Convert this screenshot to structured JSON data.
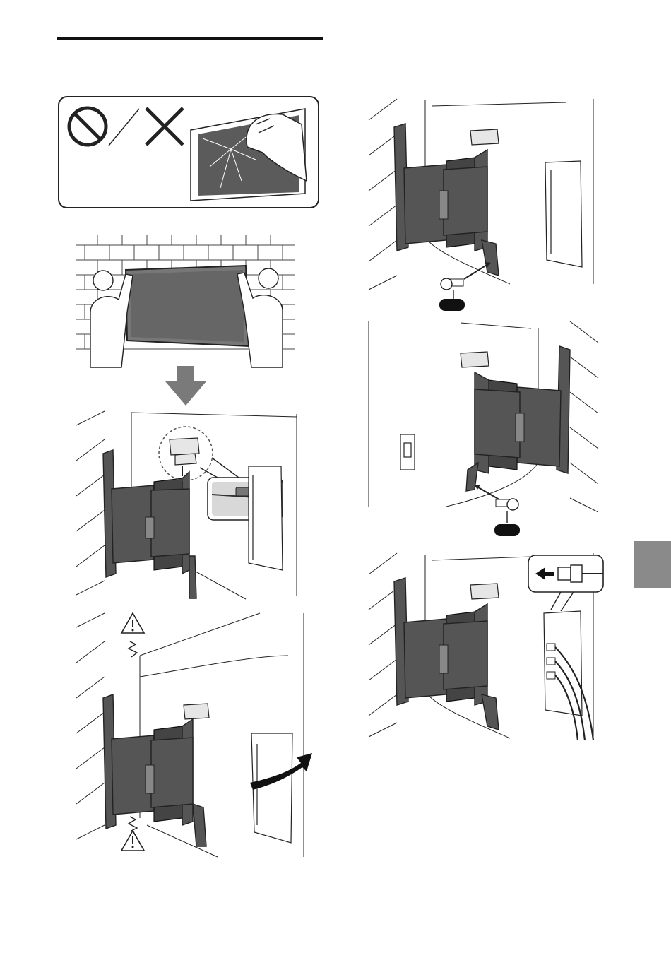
{
  "page": {
    "section_tab_color": "#8a8a8a",
    "title_rule_color": "#111111"
  },
  "figures": [
    {
      "name": "warning-panel",
      "icons": [
        "prohibited-icon",
        "cross-icon",
        "cracked-screen-hand-icon"
      ]
    },
    {
      "name": "lift-tv-illustration",
      "icons": [
        "brick-wall-icon",
        "person-icon",
        "television-icon"
      ]
    },
    {
      "name": "down-arrow",
      "icons": [
        "down-arrow-icon"
      ]
    },
    {
      "name": "hook-bracket-illustration",
      "icons": [
        "wall-bracket-icon",
        "zoom-detail-icon"
      ]
    },
    {
      "name": "swing-caution-illustration",
      "icons": [
        "caution-triangle-icon",
        "swing-arrow-icon"
      ]
    },
    {
      "name": "screw-right-illustration",
      "icons": [
        "screw-icon",
        "label-pill-icon"
      ]
    },
    {
      "name": "screw-left-illustration",
      "icons": [
        "screw-icon",
        "label-pill-icon"
      ]
    },
    {
      "name": "cable-connect-illustration",
      "icons": [
        "cable-connector-icon",
        "left-arrow-icon"
      ]
    }
  ]
}
